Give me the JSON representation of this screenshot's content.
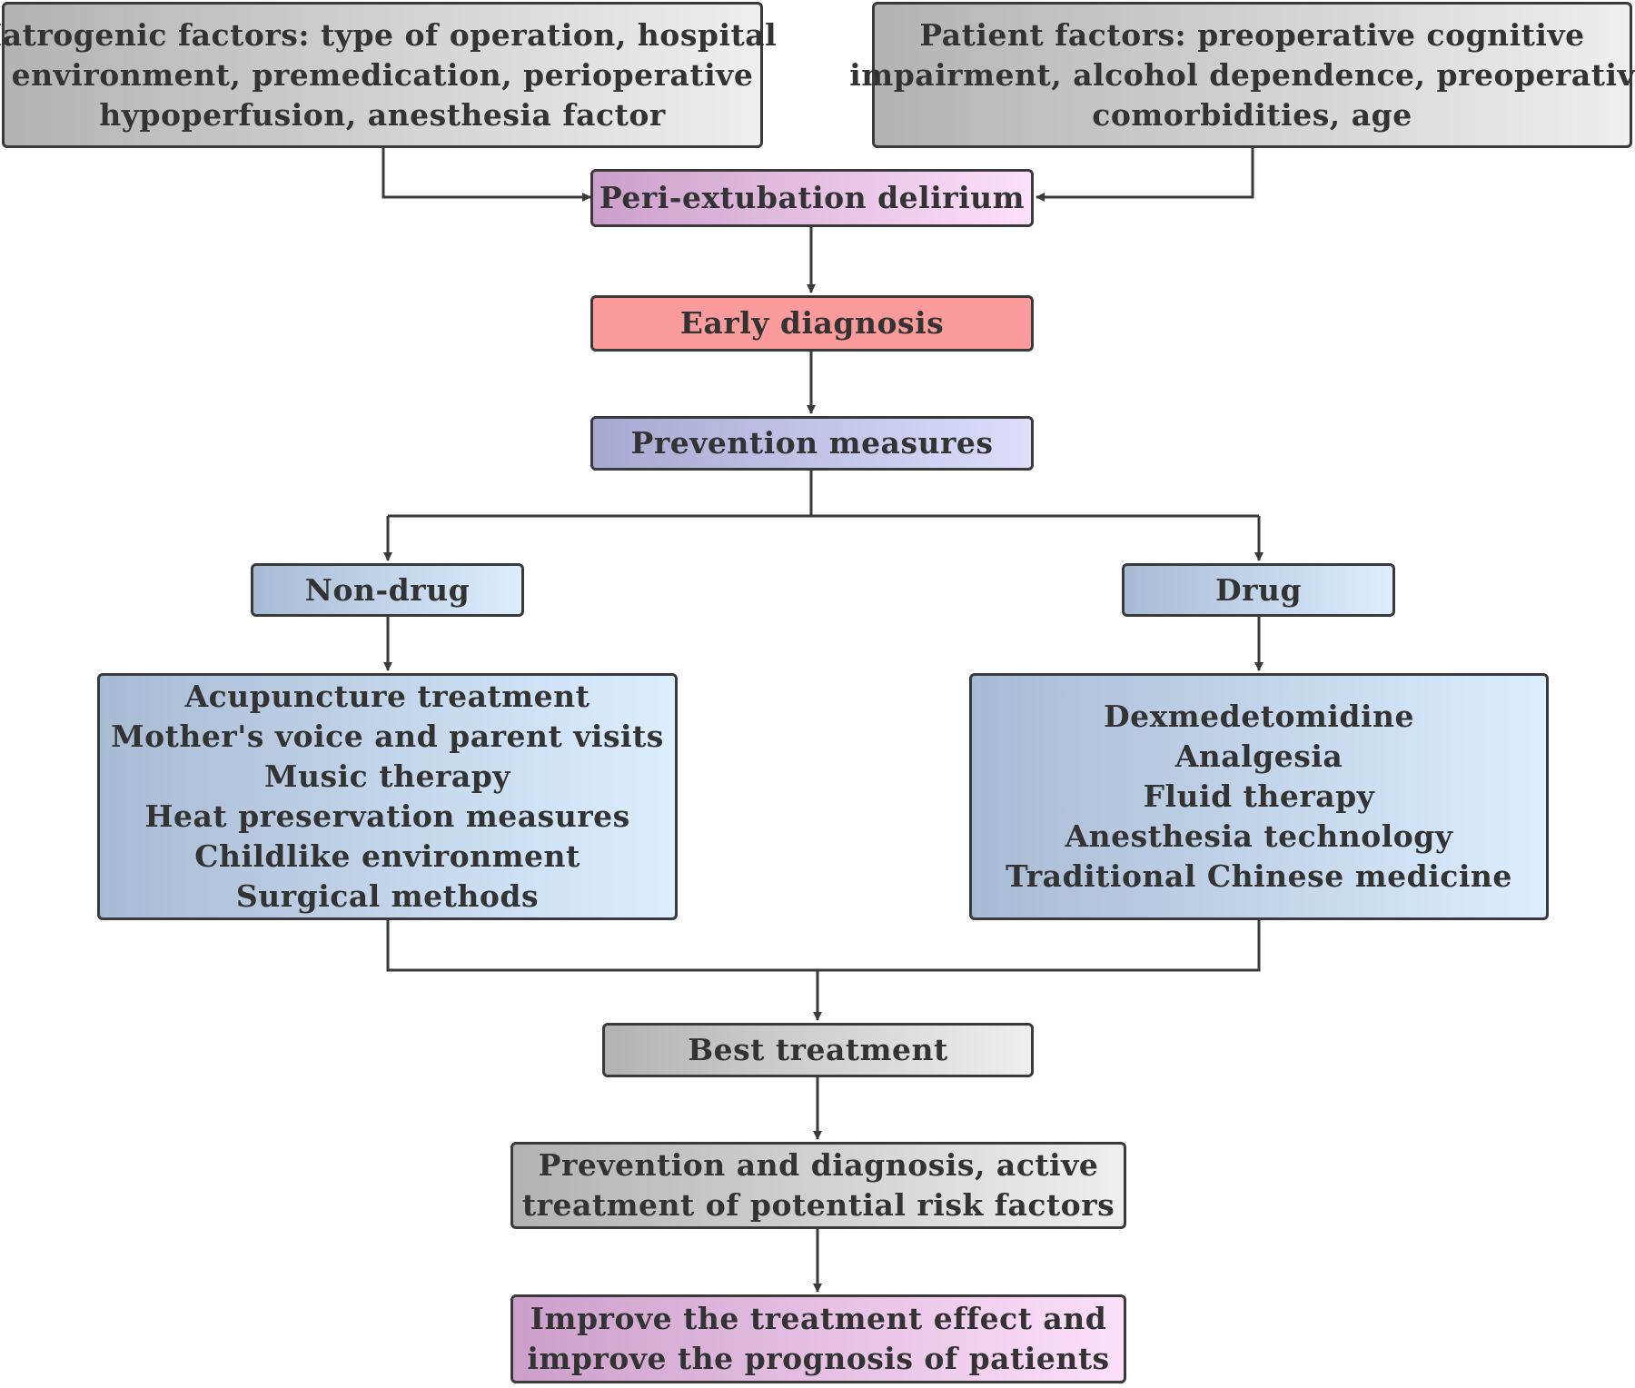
{
  "nodes": {
    "iatrogenic": [
      "Iatrogenic factors: type of operation,  hospital",
      "environment, premedication, perioperative",
      "hypoperfusion, anesthesia factor"
    ],
    "patient": [
      "Patient factors: preoperative cognitive",
      "impairment, alcohol dependence, preoperative",
      "comorbidities, age"
    ],
    "delirium": "Peri-extubation delirium",
    "diagnosis": "Early diagnosis",
    "prevention": "Prevention measures",
    "nondrug": "Non-drug",
    "drug": "Drug",
    "nondrug_list": [
      "Acupuncture treatment",
      "Mother's voice and parent visits",
      "Music therapy",
      "Heat preservation measures",
      "Childlike environment",
      "Surgical methods"
    ],
    "drug_list": [
      "Dexmedetomidine",
      "Analgesia",
      "Fluid therapy",
      "Anesthesia technology",
      "Traditional Chinese medicine"
    ],
    "best": "Best treatment",
    "active": [
      "Prevention and diagnosis, active",
      "treatment of potential risk factors"
    ],
    "improve": [
      "Improve the treatment effect and",
      "improve the prognosis of patients"
    ]
  },
  "colors": {
    "border": "#3a3a3a",
    "text": "#333333",
    "red_box": "#fb9b9b"
  }
}
